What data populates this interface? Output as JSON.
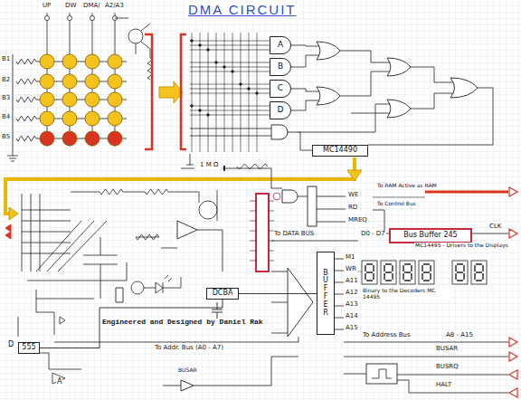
{
  "diagram": {
    "title": "DMA CIRCUIT",
    "nodes": [
      {
        "text": [
          "A"
        ]
      },
      {
        "text": [
          "B"
        ]
      },
      {
        "text": [
          "C"
        ]
      },
      {
        "text": [
          "D"
        ]
      },
      {
        "text": [
          "MC14490"
        ]
      },
      {
        "text": [
          "Bus Buffer 245"
        ]
      },
      {
        "text": [
          "BUFFER"
        ]
      },
      {
        "text": [
          "DCBA"
        ]
      },
      {
        "text": [
          "555"
        ]
      }
    ],
    "edges": [
      {
        "from": 7,
        "to": 6,
        "arrow": "none"
      },
      {
        "from": 8,
        "to": 7,
        "arrow": "none"
      }
    ],
    "labels": [
      "UP",
      "DW",
      "DMA/",
      "A2/A3",
      "B1",
      "B2",
      "B3",
      "B4",
      "B5",
      "1 M Ω",
      "WE",
      "RD",
      "MREQ",
      "To RAM Active as RAM",
      "To Control Bus",
      "To DATA BUS",
      "D0 - D7",
      "MC14495 - Drivers to the Displays",
      "M1",
      "WR",
      "A11",
      "A12",
      "A13",
      "A14",
      "A15",
      "Binary to the Decoders MC 14495",
      "To Addr. Bus (A0 - A7)",
      "To Address Bus",
      "A8 - A15",
      "Engineered and Designed by Daniel Rak",
      "CLK",
      "BUSAR",
      "BUSRQ",
      "HALT",
      "BUSAR",
      "D",
      "A"
    ]
  }
}
